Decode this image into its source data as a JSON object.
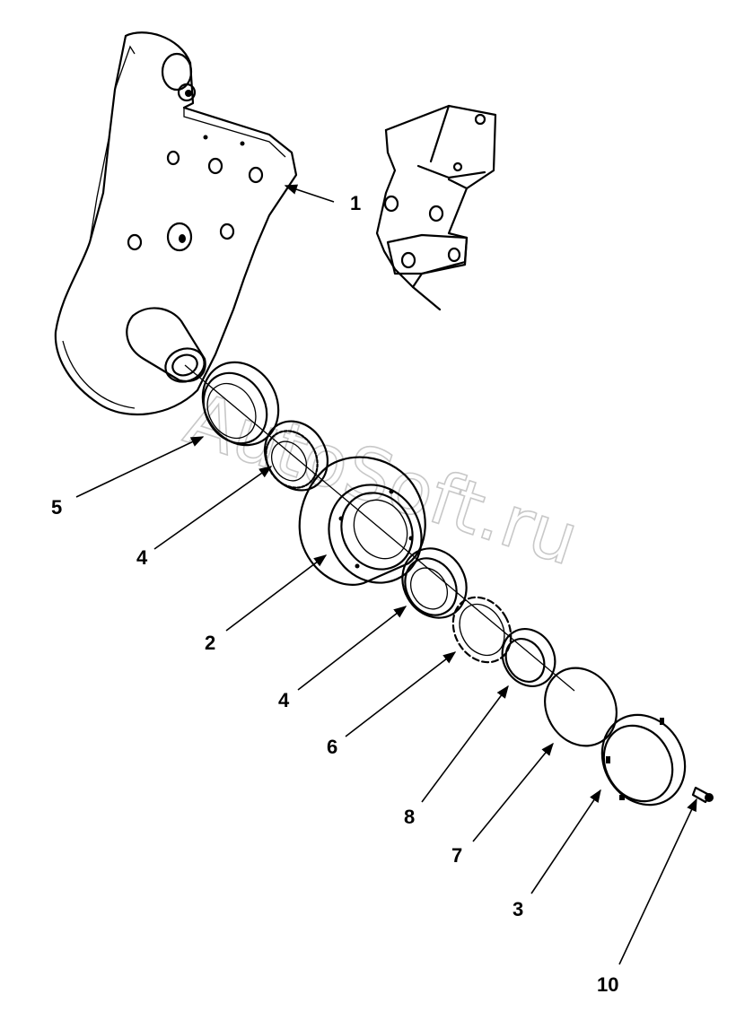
{
  "watermark": "AutoSoft.ru",
  "callouts": [
    {
      "id": "c1",
      "label": "1"
    },
    {
      "id": "c5",
      "label": "5"
    },
    {
      "id": "c4a",
      "label": "4"
    },
    {
      "id": "c2",
      "label": "2"
    },
    {
      "id": "c4b",
      "label": "4"
    },
    {
      "id": "c6",
      "label": "6"
    },
    {
      "id": "c8",
      "label": "8"
    },
    {
      "id": "c7",
      "label": "7"
    },
    {
      "id": "c3",
      "label": "3"
    },
    {
      "id": "c10",
      "label": "10"
    }
  ]
}
